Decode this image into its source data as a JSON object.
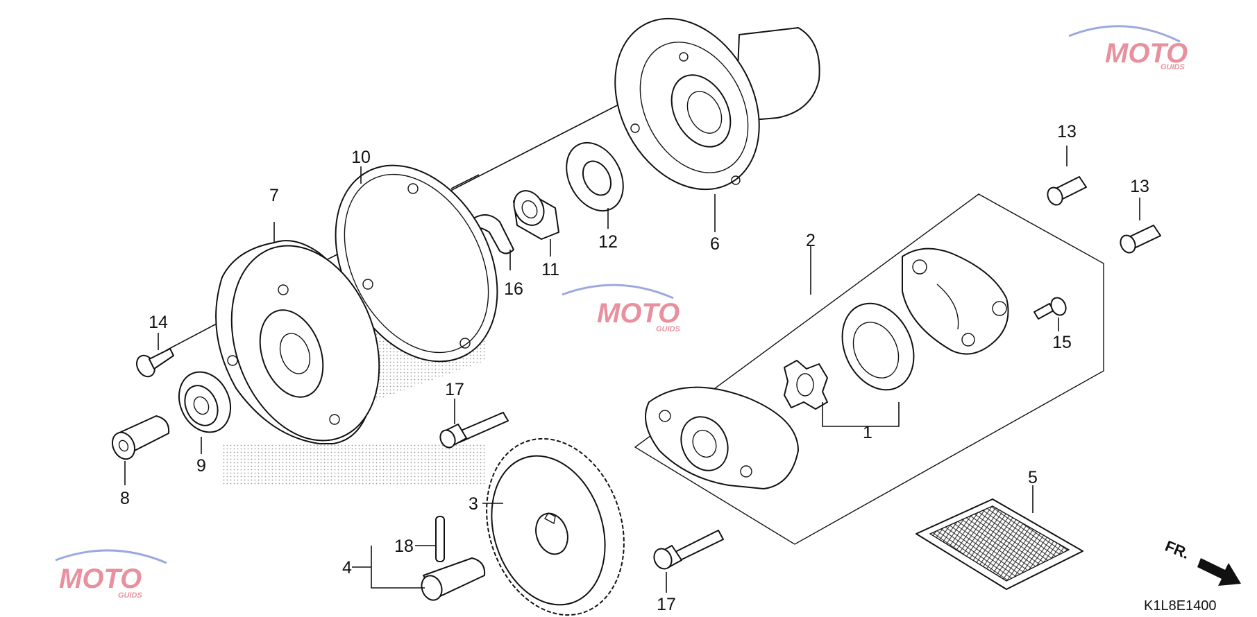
{
  "diagram": {
    "part_numbers": {
      "p1": "1",
      "p2": "2",
      "p3": "3",
      "p4": "4",
      "p5": "5",
      "p6": "6",
      "p7": "7",
      "p8": "8",
      "p9": "9",
      "p10": "10",
      "p11": "11",
      "p12": "12",
      "p13a": "13",
      "p13b": "13",
      "p14": "14",
      "p15": "15",
      "p16": "16",
      "p17a": "17",
      "p17b": "17",
      "p18": "18"
    },
    "diagram_code": "K1L8E1400",
    "front_marker": "FR.",
    "watermark": {
      "main": "MOTO",
      "sub": "GUIDS"
    },
    "colors": {
      "line": "#111111",
      "background": "#ffffff",
      "watermark_red": "#d9485f",
      "watermark_blue": "#5b6fc9"
    }
  }
}
